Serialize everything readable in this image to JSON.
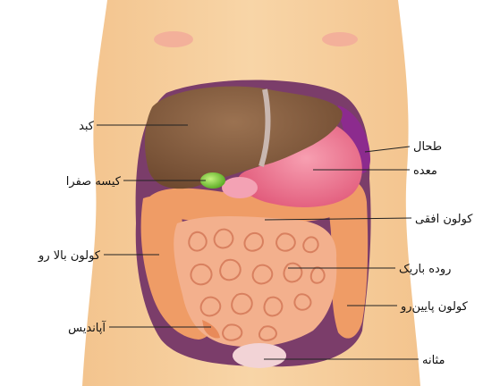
{
  "labels": {
    "liver": "کبد",
    "gallbladder": "کیسه صفرا",
    "ascending_colon": "کولون بالا رو",
    "appendix": "آپاندیس",
    "spleen": "طحال",
    "stomach": "معده",
    "transverse_colon": "کولون افقی",
    "small_intestine": "روده باریک",
    "descending_colon": "کولون پایین‌رو",
    "bladder": "مثانه"
  },
  "colors": {
    "skin": "#f6cf9e",
    "cavity": "#7b3d6a",
    "liver": "#8a6142",
    "stomach": "#f07a93",
    "spleen": "#8c2b8e",
    "gallbladder": "#8bd24a",
    "intestine": "#f3b08d",
    "colon": "#ef9c66",
    "bladder": "#f2d3d6"
  }
}
